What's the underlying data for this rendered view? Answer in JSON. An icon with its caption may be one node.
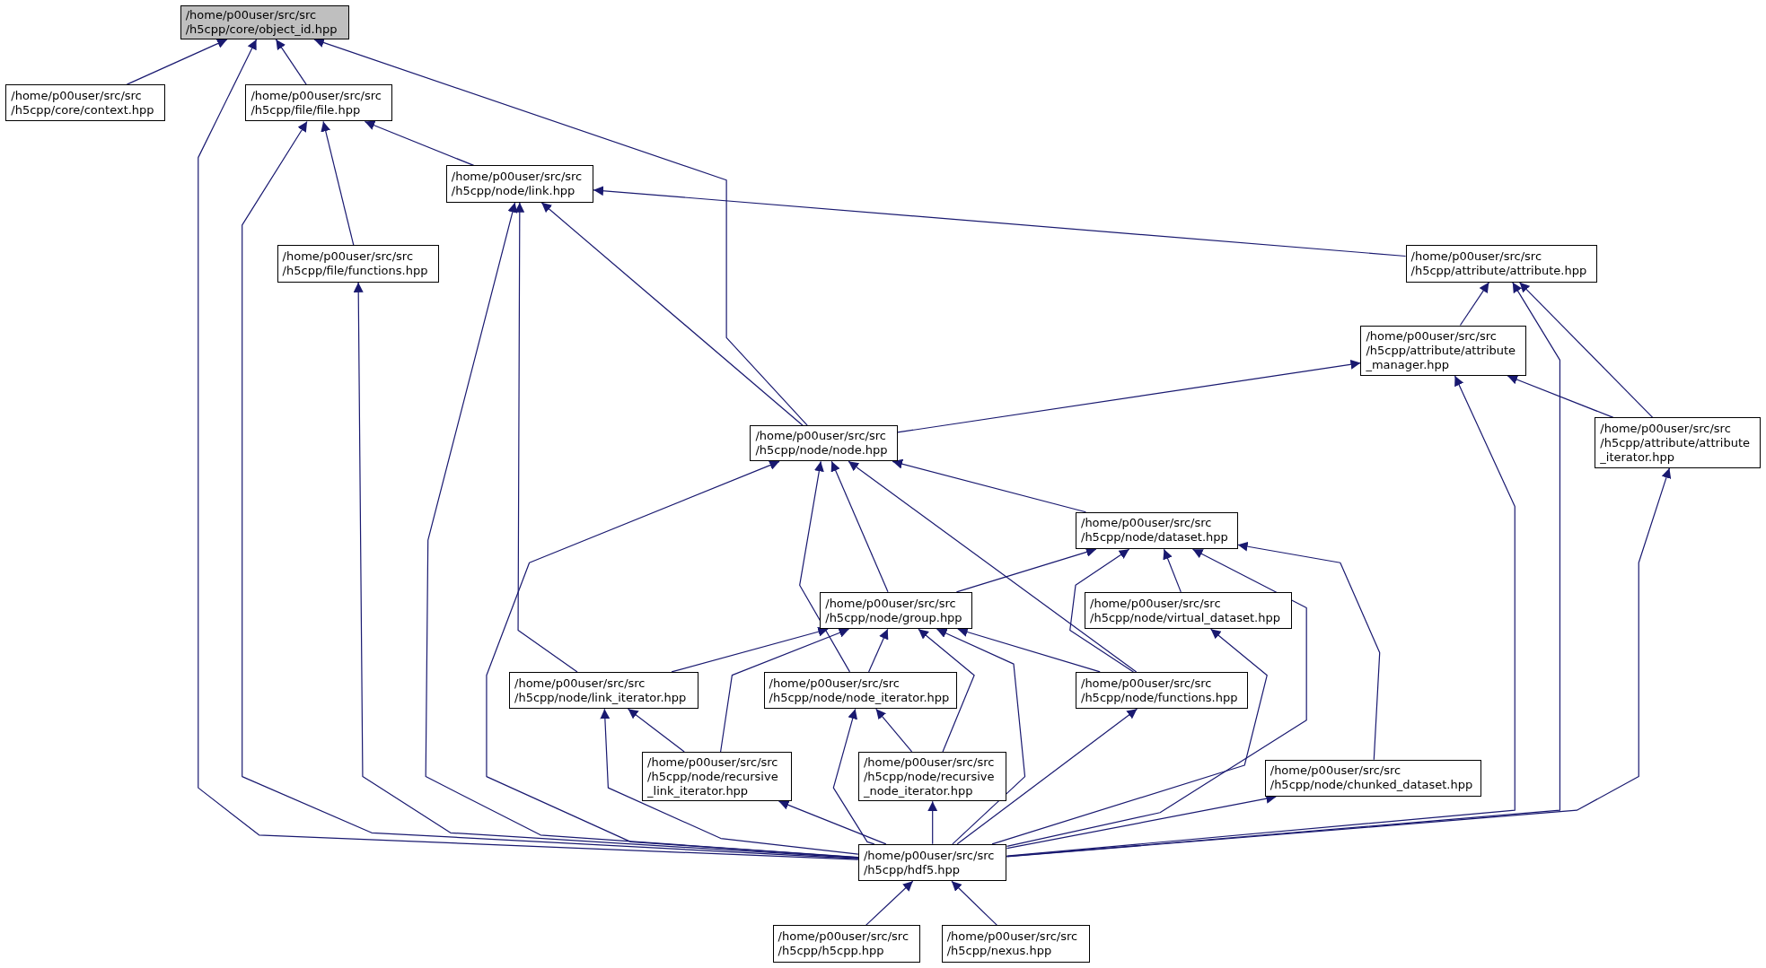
{
  "diagram": {
    "nodes": [
      {
        "text": [
          "/home/p00user/src/src /h5cpp/core/object_id.hpp"
        ]
      },
      {
        "text": [
          "/home/p00user/src/src /h5cpp/core/context.hpp"
        ]
      },
      {
        "text": [
          "/home/p00user/src/src /h5cpp/file/file.hpp"
        ]
      },
      {
        "text": [
          "/home/p00user/src/src /h5cpp/node/link.hpp"
        ]
      },
      {
        "text": [
          "/home/p00user/src/src /h5cpp/file/functions.hpp"
        ]
      },
      {
        "text": [
          "/home/p00user/src/src /h5cpp/attribute/attribute.hpp"
        ]
      },
      {
        "text": [
          "/home/p00user/src/src /h5cpp/attribute/attribute _manager.hpp"
        ]
      },
      {
        "text": [
          "/home/p00user/src/src /h5cpp/node/node.hpp"
        ]
      },
      {
        "text": [
          "/home/p00user/src/src /h5cpp/attribute/attribute _iterator.hpp"
        ]
      },
      {
        "text": [
          "/home/p00user/src/src /h5cpp/node/dataset.hpp"
        ]
      },
      {
        "text": [
          "/home/p00user/src/src /h5cpp/node/group.hpp"
        ]
      },
      {
        "text": [
          "/home/p00user/src/src /h5cpp/node/virtual_dataset.hpp"
        ]
      },
      {
        "text": [
          "/home/p00user/src/src /h5cpp/node/link_iterator.hpp"
        ]
      },
      {
        "text": [
          "/home/p00user/src/src /h5cpp/node/node_iterator.hpp"
        ]
      },
      {
        "text": [
          "/home/p00user/src/src /h5cpp/node/functions.hpp"
        ]
      },
      {
        "text": [
          "/home/p00user/src/src /h5cpp/node/recursive _link_iterator.hpp"
        ]
      },
      {
        "text": [
          "/home/p00user/src/src /h5cpp/node/recursive _node_iterator.hpp"
        ]
      },
      {
        "text": [
          "/home/p00user/src/src /h5cpp/node/chunked_dataset.hpp"
        ]
      },
      {
        "text": [
          "/home/p00user/src/src /h5cpp/hdf5.hpp"
        ]
      },
      {
        "text": [
          "/home/p00user/src/src /h5cpp/h5cpp.hpp"
        ]
      },
      {
        "text": [
          "/home/p00user/src/src /h5cpp/nexus.hpp"
        ]
      }
    ],
    "edges": [
      {
        "from": 1,
        "to": 0,
        "arrow": "to"
      },
      {
        "from": 2,
        "to": 0,
        "arrow": "to"
      },
      {
        "from": 18,
        "to": 0,
        "arrow": "to"
      },
      {
        "from": 7,
        "to": 0,
        "arrow": "to"
      },
      {
        "from": 4,
        "to": 2,
        "arrow": "to"
      },
      {
        "from": 3,
        "to": 2,
        "arrow": "to"
      },
      {
        "from": 18,
        "to": 2,
        "arrow": "to"
      },
      {
        "from": 18,
        "to": 4,
        "arrow": "to"
      },
      {
        "from": 5,
        "to": 3,
        "arrow": "to"
      },
      {
        "from": 12,
        "to": 3,
        "arrow": "to"
      },
      {
        "from": 18,
        "to": 3,
        "arrow": "to"
      },
      {
        "from": 7,
        "to": 3,
        "arrow": "to"
      },
      {
        "from": 6,
        "to": 5,
        "arrow": "to"
      },
      {
        "from": 18,
        "to": 5,
        "arrow": "to"
      },
      {
        "from": 8,
        "to": 5,
        "arrow": "to"
      },
      {
        "from": 7,
        "to": 6,
        "arrow": "to"
      },
      {
        "from": 18,
        "to": 6,
        "arrow": "to"
      },
      {
        "from": 8,
        "to": 6,
        "arrow": "to"
      },
      {
        "from": 18,
        "to": 8,
        "arrow": "to"
      },
      {
        "from": 9,
        "to": 7,
        "arrow": "to"
      },
      {
        "from": 10,
        "to": 7,
        "arrow": "to"
      },
      {
        "from": 13,
        "to": 7,
        "arrow": "to"
      },
      {
        "from": 14,
        "to": 7,
        "arrow": "to"
      },
      {
        "from": 18,
        "to": 7,
        "arrow": "to"
      },
      {
        "from": 10,
        "to": 9,
        "arrow": "to"
      },
      {
        "from": 11,
        "to": 9,
        "arrow": "to"
      },
      {
        "from": 14,
        "to": 9,
        "arrow": "to"
      },
      {
        "from": 17,
        "to": 9,
        "arrow": "to"
      },
      {
        "from": 18,
        "to": 9,
        "arrow": "to"
      },
      {
        "from": 18,
        "to": 11,
        "arrow": "to"
      },
      {
        "from": 12,
        "to": 10,
        "arrow": "to"
      },
      {
        "from": 13,
        "to": 10,
        "arrow": "to"
      },
      {
        "from": 14,
        "to": 10,
        "arrow": "to"
      },
      {
        "from": 15,
        "to": 10,
        "arrow": "to"
      },
      {
        "from": 16,
        "to": 10,
        "arrow": "to"
      },
      {
        "from": 18,
        "to": 10,
        "arrow": "to"
      },
      {
        "from": 15,
        "to": 12,
        "arrow": "to"
      },
      {
        "from": 18,
        "to": 12,
        "arrow": "to"
      },
      {
        "from": 16,
        "to": 13,
        "arrow": "to"
      },
      {
        "from": 18,
        "to": 13,
        "arrow": "to"
      },
      {
        "from": 18,
        "to": 14,
        "arrow": "to"
      },
      {
        "from": 18,
        "to": 15,
        "arrow": "to"
      },
      {
        "from": 18,
        "to": 16,
        "arrow": "to"
      },
      {
        "from": 18,
        "to": 17,
        "arrow": "to"
      },
      {
        "from": 19,
        "to": 18,
        "arrow": "to"
      },
      {
        "from": 20,
        "to": 18,
        "arrow": "to"
      }
    ]
  }
}
